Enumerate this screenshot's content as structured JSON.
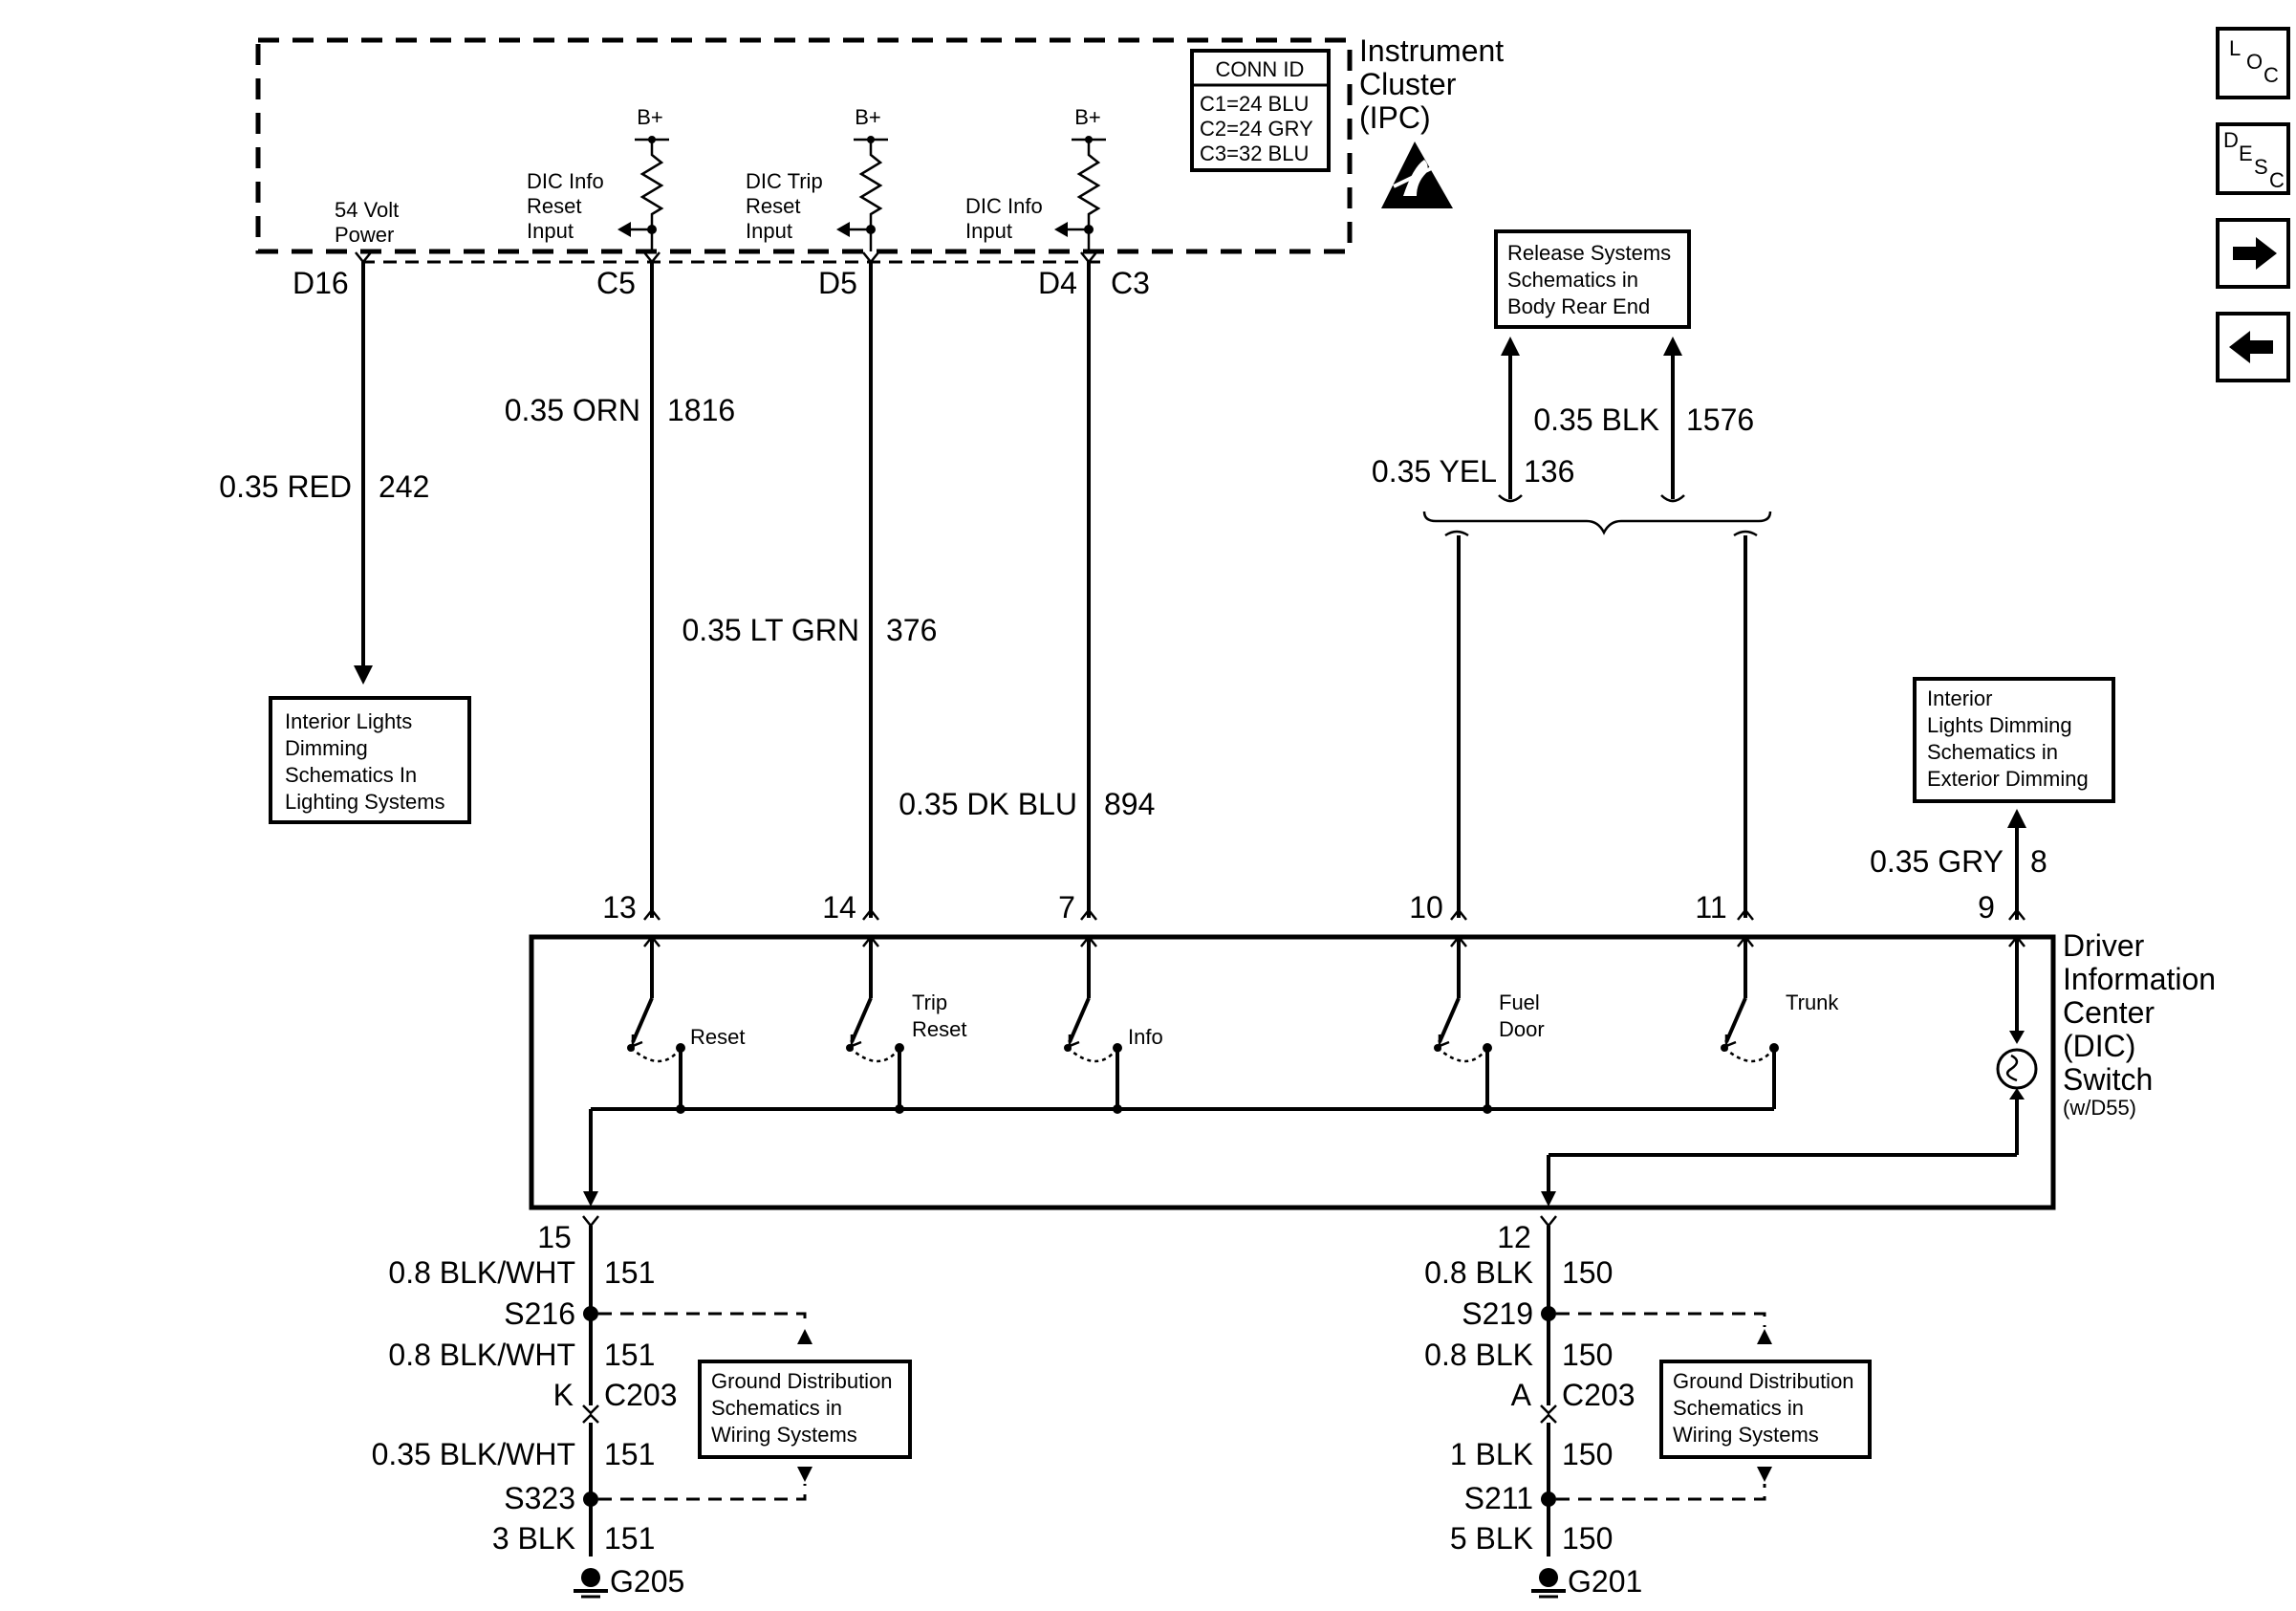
{
  "ipc": {
    "title": [
      "Instrument",
      "Cluster",
      "(IPC)"
    ],
    "conn_id": {
      "header": "CONN ID",
      "rows": [
        "C1=24 BLU",
        "C2=24 GRY",
        "C3=32 BLU"
      ]
    },
    "bplus": "B+",
    "power_label": [
      "54 Volt",
      "Power"
    ],
    "inputs": [
      {
        "label": [
          "DIC Info",
          "Reset",
          "Input"
        ]
      },
      {
        "label": [
          "DIC Trip",
          "Reset",
          "Input"
        ]
      },
      {
        "label": [
          "DIC Info",
          "Input"
        ]
      }
    ],
    "pins": [
      "D16",
      "C5",
      "D5",
      "D4",
      "C3"
    ]
  },
  "wires": {
    "w242": {
      "gauge": "0.35 RED",
      "circuit": "242"
    },
    "w1816": {
      "gauge": "0.35 ORN",
      "circuit": "1816"
    },
    "w376": {
      "gauge": "0.35 LT GRN",
      "circuit": "376"
    },
    "w894": {
      "gauge": "0.35 DK BLU",
      "circuit": "894"
    },
    "w136": {
      "gauge": "0.35 YEL",
      "circuit": "136"
    },
    "w1576": {
      "gauge": "0.35 BLK",
      "circuit": "1576"
    },
    "w8": {
      "gauge": "0.35 GRY",
      "circuit": "8"
    }
  },
  "refs": {
    "interior_lighting": [
      "Interior Lights",
      "Dimming",
      "Schematics In",
      "Lighting Systems"
    ],
    "release_systems": [
      "Release Systems",
      "Schematics in",
      "Body Rear End"
    ],
    "exterior_dimming": [
      "Interior",
      "Lights Dimming",
      "Schematics in",
      "Exterior Dimming"
    ],
    "ground_left": [
      "Ground Distribution",
      "Schematics in",
      "Wiring Systems"
    ],
    "ground_right": [
      "Ground Distribution",
      "Schematics in",
      "Wiring Systems"
    ]
  },
  "dic": {
    "title": [
      "Driver",
      "Information",
      "Center",
      "(DIC)",
      "Switch"
    ],
    "note": "(w/D55)",
    "pins": [
      "13",
      "14",
      "7",
      "10",
      "11",
      "9",
      "15",
      "12"
    ],
    "switches": {
      "reset": [
        "Reset"
      ],
      "trip_reset": [
        "Trip",
        "Reset"
      ],
      "info": [
        "Info"
      ],
      "fuel_door": [
        "Fuel",
        "Door"
      ],
      "trunk": [
        "Trunk"
      ]
    }
  },
  "ground_left": {
    "w1": {
      "gauge": "0.8 BLK/WHT",
      "circuit": "151"
    },
    "splice1": "S216",
    "w2": {
      "gauge": "0.8 BLK/WHT",
      "circuit": "151"
    },
    "conn_pin": "K",
    "conn": "C203",
    "w3": {
      "gauge": "0.35 BLK/WHT",
      "circuit": "151"
    },
    "splice2": "S323",
    "w4": {
      "gauge": "3 BLK",
      "circuit": "151"
    },
    "ground": "G205"
  },
  "ground_right": {
    "w1": {
      "gauge": "0.8 BLK",
      "circuit": "150"
    },
    "splice1": "S219",
    "w2": {
      "gauge": "0.8 BLK",
      "circuit": "150"
    },
    "conn_pin": "A",
    "conn": "C203",
    "w3": {
      "gauge": "1 BLK",
      "circuit": "150"
    },
    "splice2": "S211",
    "w4": {
      "gauge": "5 BLK",
      "circuit": "150"
    },
    "ground": "G201"
  },
  "nav": {
    "loc": [
      "L",
      "O",
      "C"
    ],
    "desc": [
      "D",
      "E",
      "S",
      "C"
    ],
    "next": "→",
    "prev": "←"
  }
}
